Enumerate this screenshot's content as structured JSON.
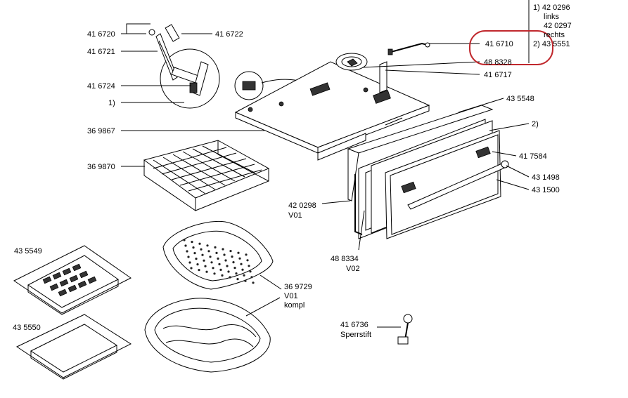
{
  "labels": {
    "p416720": "41 6720",
    "p416722": "41 6722",
    "p416721": "41 6721",
    "p416724": "41 6724",
    "note1": "1)",
    "p369867": "36 9867",
    "p369870": "36 9870",
    "p435549": "43 5549",
    "p435550": "43 5550",
    "p420298": "42 0298",
    "v01a": "V01",
    "p488334": "48 8334",
    "v02": "V02",
    "p369729": "36 9729",
    "v01b": "V01",
    "kompl": "kompl",
    "p416736": "41 6736",
    "sperrstift": "Sperrstift",
    "p416710": "41 6710",
    "p488328": "48 8328",
    "p416717": "41 6717",
    "p435548": "43 5548",
    "note2": "2)",
    "p417584": "41 7584",
    "p431498": "43 1498",
    "p431500": "43 1500"
  },
  "legend": {
    "l1": "1)  42 0296",
    "l2": "links",
    "l3": "42 0297",
    "l4": "rechts",
    "l5": "2)  43 5551"
  },
  "highlight_color": "#c0282d"
}
